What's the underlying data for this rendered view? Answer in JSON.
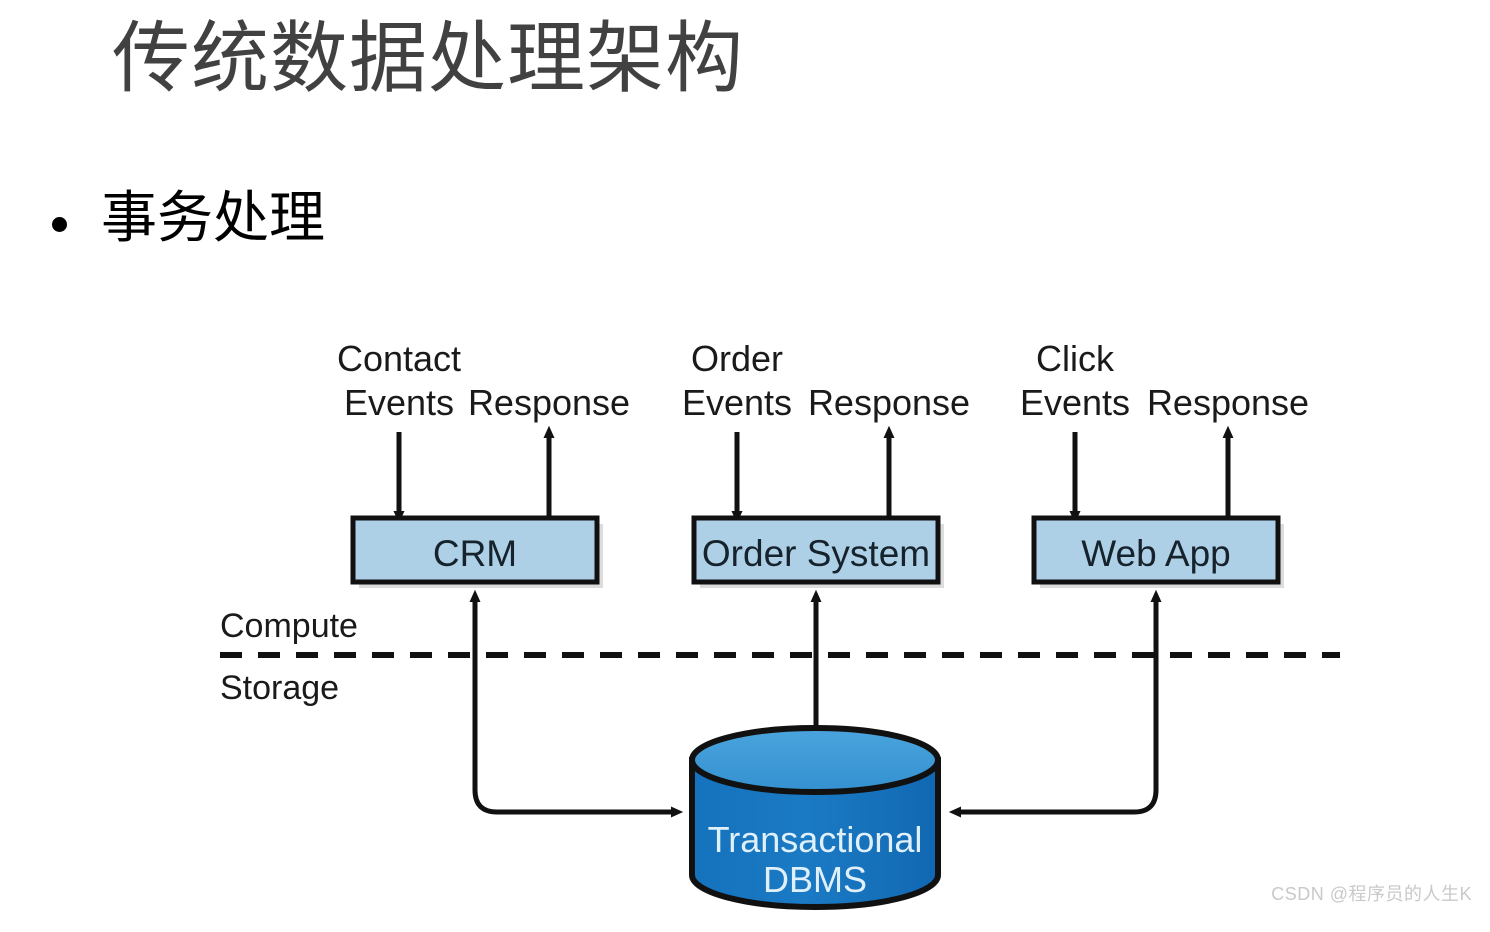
{
  "slide": {
    "title": "传统数据处理架构",
    "title_color": "#414141",
    "bullets": [
      {
        "marker": "•",
        "text": "事务处理"
      }
    ],
    "background": "#ffffff"
  },
  "diagram": {
    "name": "traditional-data-processing-architecture",
    "type": "architecture-block-diagram",
    "colors": {
      "box_fill": "#aed0e6",
      "box_stroke": "#111111",
      "cylinder_body": "#1b7ac4",
      "cylinder_top": "#3f9bd9",
      "cylinder_stroke": "#111111",
      "cylinder_label": "#dff0fb",
      "arrow": "#111111",
      "divider": "#111111",
      "label_text": "#1a1a1a",
      "shadow": "#bfbfbf"
    },
    "divider": {
      "above_label": "Compute",
      "below_label": "Storage",
      "style": "dashed"
    },
    "columns": [
      {
        "id": "crm",
        "input_label_line1": "Contact",
        "input_label_line2": "Events",
        "output_label": "Response",
        "box_label": "CRM",
        "link_to_store": "bidirectional-elbow-left"
      },
      {
        "id": "order-system",
        "input_label_line1": "Order",
        "input_label_line2": "Events",
        "output_label": "Response",
        "box_label": "Order System",
        "link_to_store": "bidirectional-vertical"
      },
      {
        "id": "web-app",
        "input_label_line1": "Click",
        "input_label_line2": "Events",
        "output_label": "Response",
        "box_label": "Web App",
        "link_to_store": "bidirectional-elbow-right"
      }
    ],
    "datastore": {
      "label_line1": "Transactional",
      "label_line2": "DBMS"
    }
  },
  "watermark": {
    "text": "CSDN @程序员的人生K"
  }
}
